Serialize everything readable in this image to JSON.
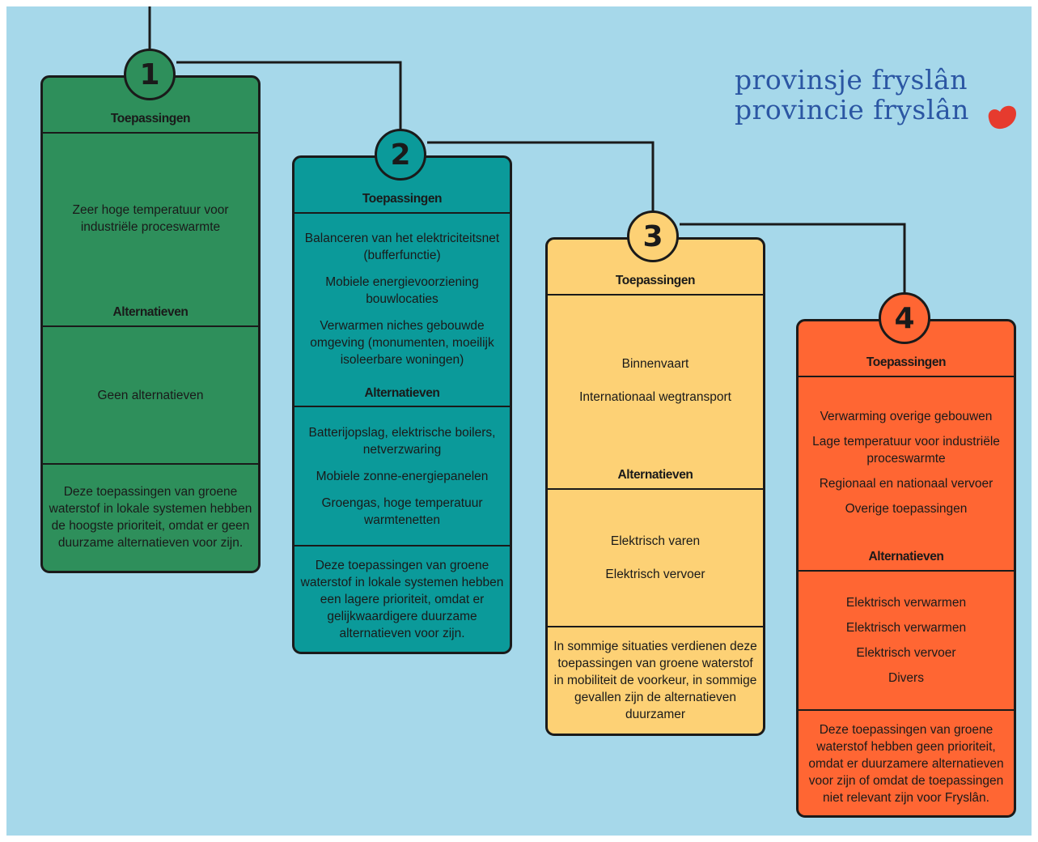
{
  "logo": {
    "line1": "provinsje fryslân",
    "line2": "provincie fryslân",
    "mark_icon": "heart-mark-icon",
    "text_color": "#2b56a3",
    "mark_color": "#e63b2e"
  },
  "colors": {
    "background": "#a6d8ea",
    "box1": "#2e8f5b",
    "box2": "#0b9a9a",
    "box3": "#fdd175",
    "box4": "#ff6633"
  },
  "boxes": [
    {
      "number": "1",
      "header_toepassingen": "Toepassingen",
      "toepassingen": [
        "Zeer hoge temperatuur voor industriële proceswarmte"
      ],
      "header_alternatieven": "Alternatieven",
      "alternatieven": [
        "Geen alternatieven"
      ],
      "note": "Deze toepassingen van groene waterstof  in lokale systemen hebben de hoogste prioriteit, omdat er geen duurzame alternatieven voor zijn."
    },
    {
      "number": "2",
      "header_toepassingen": "Toepassingen",
      "toepassingen": [
        "Balanceren van het elektriciteitsnet (bufferfunctie)",
        "Mobiele energievoorziening bouwlocaties",
        "Verwarmen niches gebouwde omgeving (monumenten, moeilijk isoleerbare woningen)"
      ],
      "header_alternatieven": "Alternatieven",
      "alternatieven": [
        "Batterijopslag, elektrische boilers, netverzwaring",
        "Mobiele zonne-energiepanelen",
        "Groengas, hoge temperatuur warmtenetten"
      ],
      "note": "Deze toepassingen van groene waterstof  in lokale systemen hebben een lagere prioriteit, omdat er gelijkwaardigere duurzame alternatieven voor zijn."
    },
    {
      "number": "3",
      "header_toepassingen": "Toepassingen",
      "toepassingen": [
        "Binnenvaart",
        "Internationaal wegtransport"
      ],
      "header_alternatieven": "Alternatieven",
      "alternatieven": [
        "Elektrisch varen",
        "Elektrisch vervoer"
      ],
      "note": "In sommige situaties verdienen deze toepassingen van groene waterstof in mobiliteit de voorkeur, in sommige gevallen zijn de alternatieven duurzamer"
    },
    {
      "number": "4",
      "header_toepassingen": "Toepassingen",
      "toepassingen": [
        "Verwarming overige gebouwen",
        "Lage temperatuur voor industriële proceswarmte",
        "Regionaal en nationaal vervoer",
        "Overige toepassingen"
      ],
      "header_alternatieven": "Alternatieven",
      "alternatieven": [
        "Elektrisch verwarmen",
        "Elektrisch verwarmen",
        "Elektrisch vervoer",
        "Divers"
      ],
      "note": "Deze toepassingen van groene waterstof hebben geen prioriteit, omdat er duurzamere alternatieven voor zijn of omdat de toepassingen niet relevant zijn voor Fryslân."
    }
  ]
}
